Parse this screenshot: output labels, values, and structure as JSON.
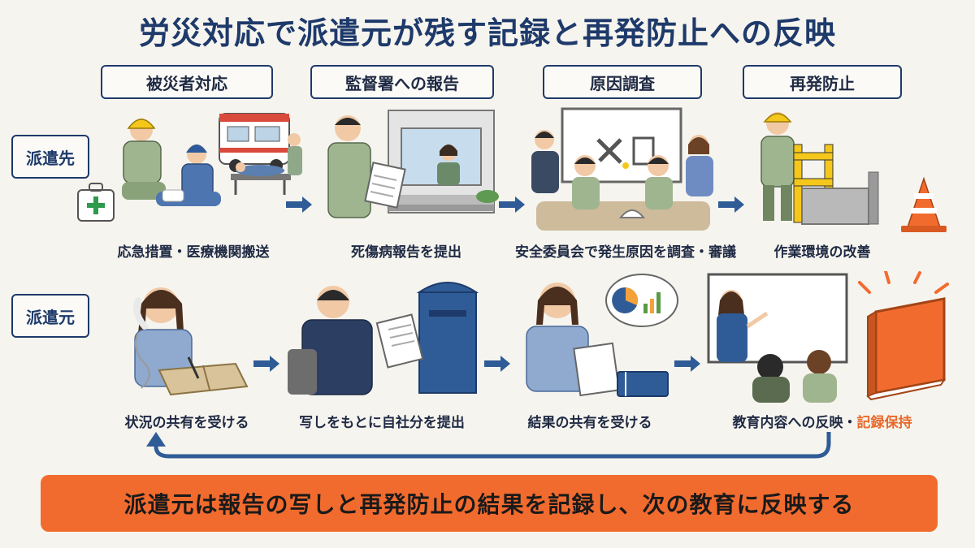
{
  "title": "労災対応で派遣元が残す記録と再発防止への反映",
  "stages": [
    {
      "label": "被災者対応"
    },
    {
      "label": "監督署への報告"
    },
    {
      "label": "原因調査"
    },
    {
      "label": "再発防止"
    }
  ],
  "rows": {
    "top": {
      "label": "派遣先",
      "captions": [
        "応急措置・医療機関搬送",
        "死傷病報告を提出",
        "安全委員会で発生原因を調査・審議",
        "作業環境の改善"
      ]
    },
    "bottom": {
      "label": "派遣元",
      "captions": [
        "状況の共有を受ける",
        "写しをもとに自社分を提出",
        "結果の共有を受ける"
      ],
      "last_caption": "教育内容への反映・",
      "last_highlight": "記録保持"
    }
  },
  "banner": "派遣元は報告の写しと再発防止の結果を記録し、次の教育に反映する",
  "colors": {
    "navy": "#1e3a6b",
    "orange": "#f26b2e",
    "highlight": "#e8692a",
    "background": "#f6f4ee"
  },
  "icons": [
    "first-aid-kit-icon",
    "ambulance-icon",
    "document-icon",
    "tools-icon",
    "barrier-icon",
    "traffic-cone-icon",
    "phone-icon",
    "mailbox-icon",
    "pie-chart-icon",
    "binder-icon",
    "whiteboard-icon",
    "record-book-icon"
  ]
}
